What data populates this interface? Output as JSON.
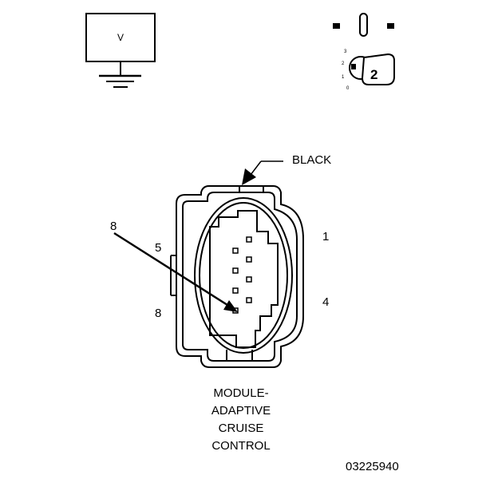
{
  "voltmeter": {
    "symbol": "V"
  },
  "ignition": {
    "key_position": "2",
    "positions": [
      "3",
      "2",
      "1",
      "0"
    ]
  },
  "connector": {
    "color_label": "BLACK",
    "pin_labels": {
      "pin1": "1",
      "pin4": "4",
      "pin5": "5",
      "pin8": "8",
      "probe_pin": "8"
    }
  },
  "module_name": {
    "line1": "MODULE-",
    "line2": "ADAPTIVE",
    "line3": "CRUISE",
    "line4": "CONTROL"
  },
  "figure_id": "03225940"
}
